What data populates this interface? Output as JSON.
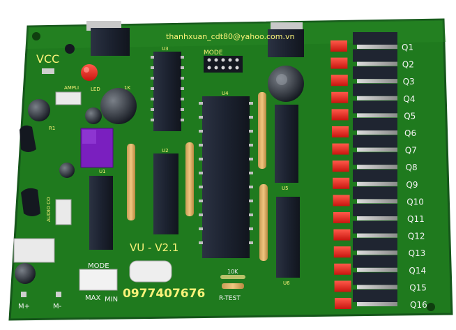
{
  "board": {
    "board_color": "#1f7a1e",
    "silk_color": "#fbf37a",
    "ic_color": "#1f2531",
    "led_red": "#e8231f",
    "label_vcc": "VCC",
    "label_email": "thanhxuan_cdt80@yahoo.com.vn",
    "label_mode_top": "MODE",
    "label_version": "VU - V2.1",
    "label_phone": "0977407676",
    "label_mode_bottom": "MODE",
    "label_max": "MAX",
    "label_min": "MIN",
    "label_m_plus": "M+",
    "label_m_minus": "M-",
    "label_rtest": "R-TEST",
    "label_10k": "10K",
    "label_audio": "AUDIO CO",
    "label_amply": "AMPLI",
    "label_led": "LED",
    "label_1k": "1K",
    "label_u1": "U1",
    "label_u2": "U2",
    "label_u3": "U3",
    "label_u4": "U4",
    "label_u5": "U5",
    "label_u6": "U6",
    "label_r1": "R1",
    "outputs": [
      "Q1",
      "Q2",
      "Q3",
      "Q4",
      "Q5",
      "Q6",
      "Q7",
      "Q8",
      "Q9",
      "Q10",
      "Q11",
      "Q12",
      "Q13",
      "Q14",
      "Q15",
      "Q16"
    ]
  }
}
